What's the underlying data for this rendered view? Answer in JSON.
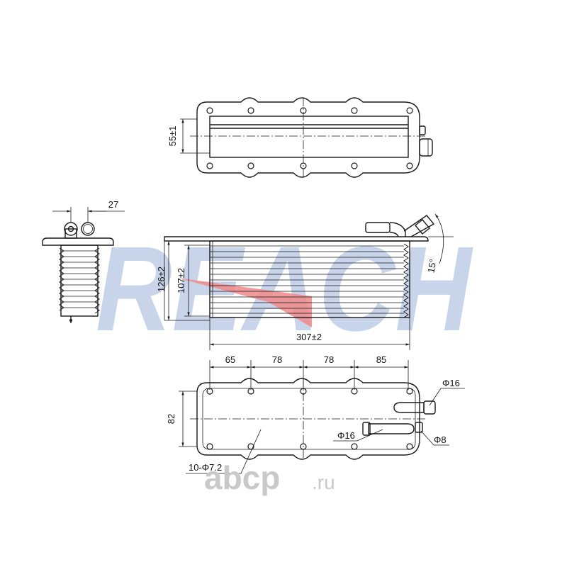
{
  "dimensions": {
    "top_height": "55±1",
    "side_width": "27",
    "total_height": "126±2",
    "core_height": "107±2",
    "length": "307±2",
    "seg_1": "65",
    "seg_2": "78",
    "seg_3": "78",
    "seg_4": "85",
    "bottom_height": "82",
    "pipe_large": "Φ16",
    "pipe_mid": "Φ16",
    "pipe_small": "Φ8",
    "holes": "10-Φ7.2",
    "angle": "15°"
  },
  "watermark": {
    "brand": "REACH",
    "colors": {
      "blue": "#c8d4ea",
      "red": "#f08a8a"
    }
  },
  "logo": {
    "text": "abcp",
    "suffix": ".ru",
    "color": "#c9c9c9"
  }
}
